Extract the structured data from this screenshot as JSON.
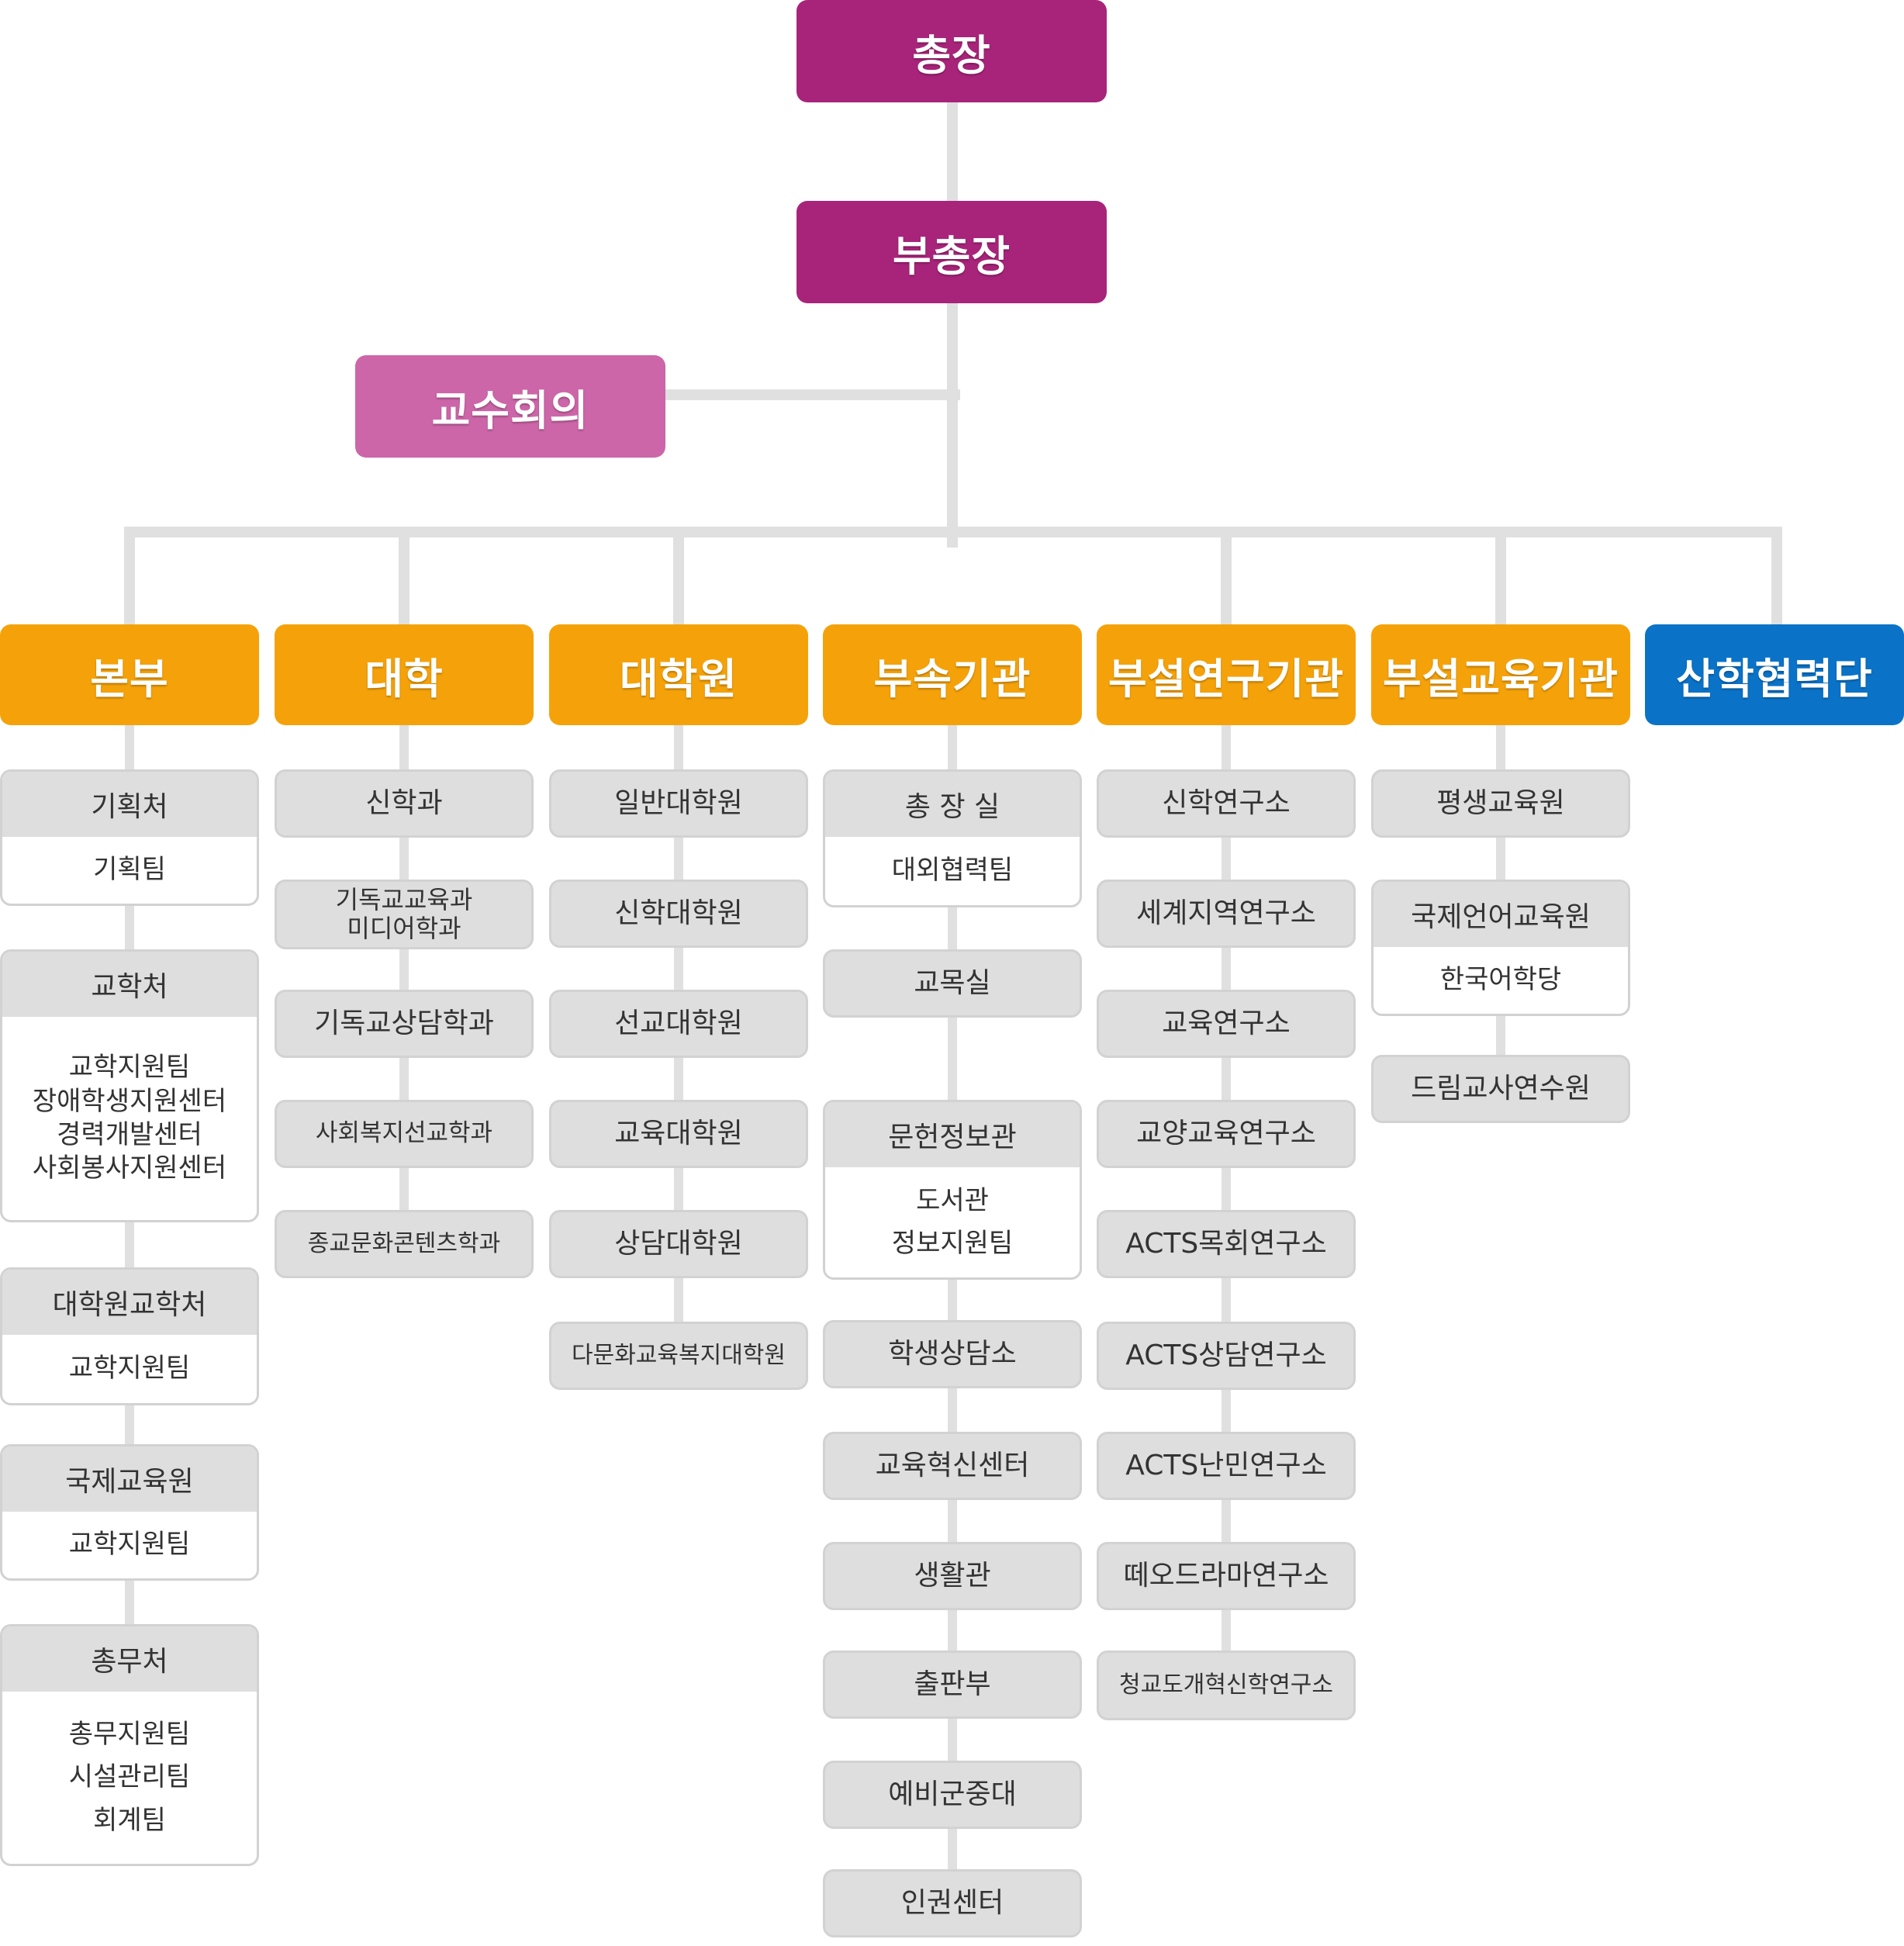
{
  "top": {
    "president": "총장",
    "vice_president": "부총장",
    "faculty_council": "교수회의"
  },
  "headers": {
    "bonbu": "본부",
    "college": "대학",
    "graduate": "대학원",
    "affiliated": "부속기관",
    "research": "부설연구기관",
    "education": "부설교육기관",
    "industry": "산학협력단"
  },
  "bonbu": {
    "planning": {
      "title": "기획처",
      "items": [
        "기획팀"
      ]
    },
    "academic": {
      "title": "교학처",
      "items": [
        "교학지원팀",
        "장애학생지원센터",
        "경력개발센터",
        "사회봉사지원센터"
      ]
    },
    "grad_academic": {
      "title": "대학원교학처",
      "items": [
        "교학지원팀"
      ]
    },
    "intl": {
      "title": "국제교육원",
      "items": [
        "교학지원팀"
      ]
    },
    "general": {
      "title": "총무처",
      "items": [
        "총무지원팀",
        "시설관리팀",
        "회계팀"
      ]
    }
  },
  "college": {
    "items": [
      "신학과",
      "기독교교육과",
      "미디어학과",
      "기독교상담학과",
      "사회복지선교학과",
      "종교문화콘텐츠학과"
    ]
  },
  "graduate": {
    "items": [
      "일반대학원",
      "신학대학원",
      "선교대학원",
      "교육대학원",
      "상담대학원",
      "다문화교육복지대학원"
    ]
  },
  "affiliated": {
    "president_office": {
      "title": "총 장 실",
      "items": [
        "대외협력팀"
      ]
    },
    "chaplain": "교목실",
    "library": {
      "title": "문헌정보관",
      "items": [
        "도서관",
        "정보지원팀"
      ]
    },
    "others": [
      "학생상담소",
      "교육혁신센터",
      "생활관",
      "출판부",
      "예비군중대",
      "인권센터"
    ]
  },
  "research": {
    "items": [
      "신학연구소",
      "세계지역연구소",
      "교육연구소",
      "교양교육연구소",
      "ACTS목회연구소",
      "ACTS상담연구소",
      "ACTS난민연구소",
      "떼오드라마연구소",
      "청교도개혁신학연구소"
    ]
  },
  "education": {
    "lifelong": "평생교육원",
    "language": {
      "title": "국제언어교육원",
      "items": [
        "한국어학당"
      ]
    },
    "dream": "드림교사연수원"
  },
  "colors": {
    "magenta": "#a8247a",
    "pink": "#cc66a8",
    "orange": "#f5a20a",
    "blue": "#0a73c8",
    "connector": "#e0e0e0",
    "card_head": "#dedede"
  }
}
